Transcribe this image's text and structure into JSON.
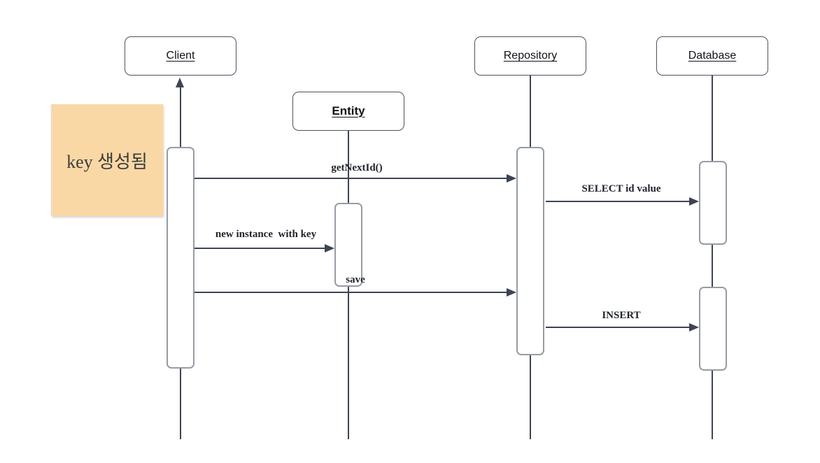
{
  "diagram": {
    "type": "uml-sequence-diagram",
    "note": {
      "text": "key 생성됨"
    },
    "lifelines": [
      {
        "id": "client",
        "label": "Client"
      },
      {
        "id": "entity",
        "label": "Entity"
      },
      {
        "id": "repository",
        "label": "Repository"
      },
      {
        "id": "database",
        "label": "Database"
      }
    ],
    "messages": [
      {
        "label": "getNextId()",
        "from": "Client",
        "to": "Repository"
      },
      {
        "label": "SELECT id value",
        "from": "Repository",
        "to": "Database"
      },
      {
        "label": "new instance  with key",
        "from": "Client",
        "to": "Entity"
      },
      {
        "label": "save",
        "from": "Client",
        "to": "Repository"
      },
      {
        "label": "INSERT",
        "from": "Repository",
        "to": "Database"
      }
    ],
    "return_arrow": {
      "to": "Client",
      "direction": "up"
    },
    "colors": {
      "background": "#ffffff",
      "note_bg": "#fad8a6",
      "line": "#3e4452",
      "activation_border": "#969ca4",
      "box_border": "#4d5360"
    }
  }
}
